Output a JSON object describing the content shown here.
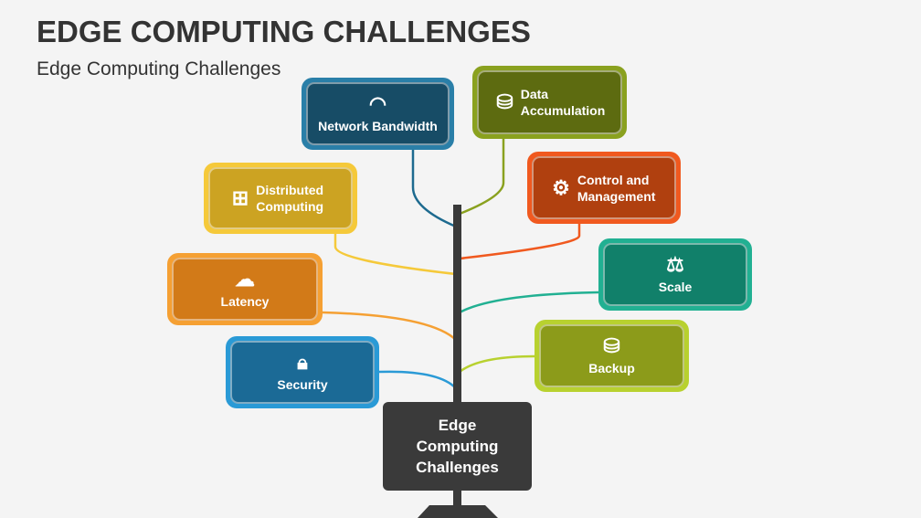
{
  "title": "EDGE COMPUTING CHALLENGES",
  "subtitle": "Edge Computing Challenges",
  "center_label": "Edge Computing Challenges",
  "items": [
    {
      "label": "Network Bandwidth",
      "icon": "gauge-icon",
      "color": "#1d6a8f"
    },
    {
      "label": "Data Accumulation",
      "icon": "database-icon",
      "color": "#5d6b10"
    },
    {
      "label": "Distributed Computing",
      "icon": "network-icon",
      "color": "#cca322"
    },
    {
      "label": "Control and Management",
      "icon": "gear-dollar-icon",
      "color": "#b0400f"
    },
    {
      "label": "Latency",
      "icon": "cloud-icon",
      "color": "#d27a18"
    },
    {
      "label": "Scale",
      "icon": "scale-icon",
      "color": "#11806a"
    },
    {
      "label": "Security",
      "icon": "lock-icon",
      "color": "#1b6a96"
    },
    {
      "label": "Backup",
      "icon": "backup-icon",
      "color": "#8c9b1a"
    }
  ]
}
